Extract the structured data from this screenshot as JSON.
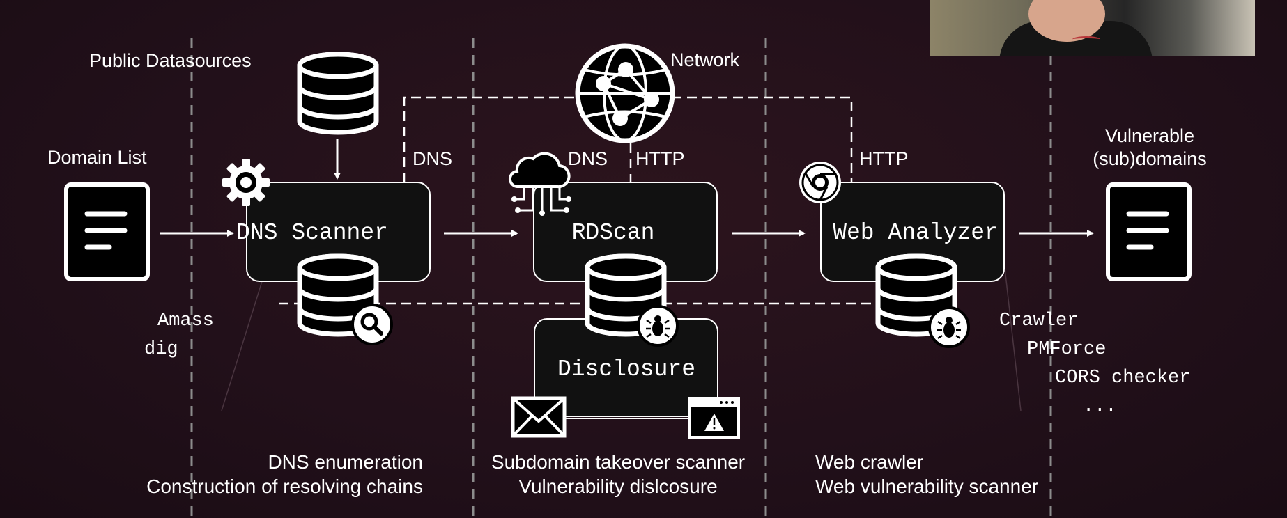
{
  "labels": {
    "public_datasources": "Public Datasources",
    "network": "Network",
    "domain_list": "Domain List",
    "vulnerable": "Vulnerable",
    "subdomains": "(sub)domains",
    "dns_1": "DNS",
    "dns_2": "DNS",
    "http_1": "HTTP",
    "http_2": "HTTP"
  },
  "boxes": {
    "dns_scanner": "DNS Scanner",
    "rdscan": "RDScan",
    "web_analyzer": "Web Analyzer",
    "disclosure": "Disclosure"
  },
  "tools": {
    "dns": [
      "Amass",
      "dig"
    ],
    "web": [
      "Crawler",
      "PMForce",
      "CORS checker",
      "..."
    ]
  },
  "captions": {
    "dns_line1": "DNS enumeration",
    "dns_line2": "Construction of resolving chains",
    "rd_line1": "Subdomain takeover scanner",
    "rd_line2": "Vulnerability dislcosure",
    "web_line1": "Web crawler",
    "web_line2": "Web vulnerability scanner"
  },
  "colors": {
    "background": "#22101a",
    "box_fill": "#111111",
    "stroke": "#ffffff",
    "divider": "#8c8c8c"
  },
  "icons": [
    "document-icon",
    "database-icon",
    "gear-icon",
    "globe-network-icon",
    "cloud-network-icon",
    "chrome-icon",
    "search-icon",
    "bug-icon",
    "envelope-icon",
    "warning-window-icon"
  ]
}
